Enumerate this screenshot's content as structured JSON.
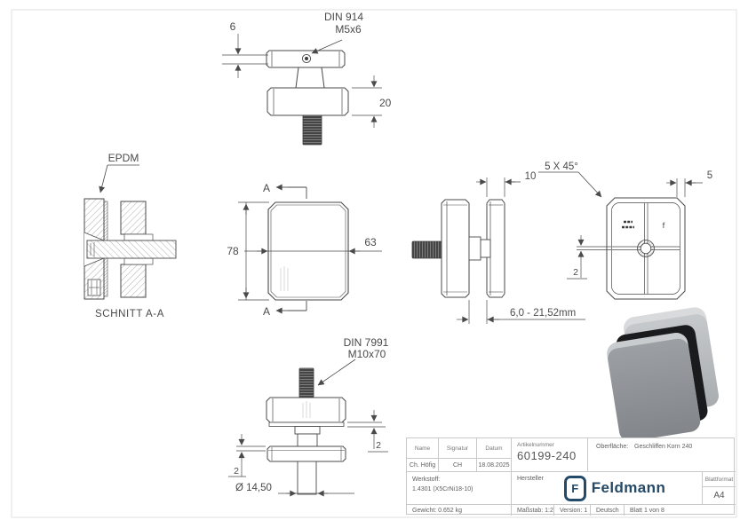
{
  "views": {
    "top": {
      "din": "DIN 914",
      "thread": "M5x6",
      "dim_6": "6",
      "dim_20": "20"
    },
    "section": {
      "epdm": "EPDM",
      "caption": "SCHNITT A-A"
    },
    "front": {
      "dim_78": "78",
      "dim_63": "63",
      "cut_a_top": "A",
      "cut_a_bottom": "A"
    },
    "side": {
      "dim_10": "10",
      "chamfer": "5 X 45°",
      "glass_range": "6,0 - 21,52mm"
    },
    "back": {
      "dim_5": "5",
      "dim_2": "2",
      "brand_mark": "f"
    },
    "bottom": {
      "din": "DIN 7991",
      "thread": "M10x70",
      "dim_2_right": "2",
      "dim_2_left": "2",
      "diameter": "Ø 14,50"
    }
  },
  "title_block": {
    "name_label": "Name",
    "signature_label": "Signatur",
    "date_label": "Datum",
    "name": "Ch. Höfig",
    "signature": "CH",
    "date": "18.08.2025",
    "article_label": "Artikelnummer",
    "article_number": "60199-240",
    "surface_label": "Oberfläche:",
    "surface_value": "Geschliffen Korn 240",
    "material_label": "Werkstoff:",
    "material_value": "1.4301 (X5CrNi18-10)",
    "manufacturer_label": "Hersteller",
    "brand_initial": "F",
    "brand_name": "Feldmann",
    "format_label": "Blattformat",
    "format_value": "A4",
    "weight": "Gewicht: 0.652 kg",
    "scale": "Maßstab: 1:2",
    "version": "Version: 1",
    "language": "Deutsch",
    "sheet": "Blatt 1 von 8"
  },
  "colors": {
    "line": "#4a4a4a",
    "brand_navy": "#254a68",
    "sheet_border": "#e0e0e0",
    "table_line": "#c9c9c9",
    "render_front": "#8e9296",
    "render_back": "#c6c9cb",
    "render_gap": "#1a1b1d"
  }
}
